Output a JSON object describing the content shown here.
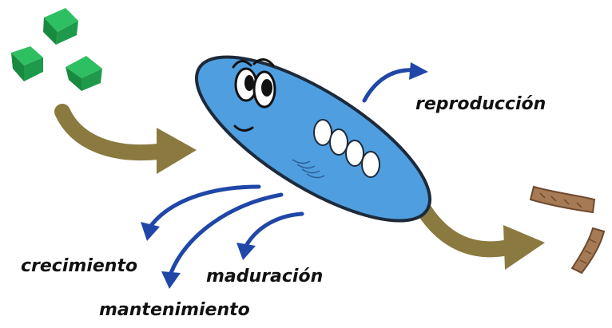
{
  "labels": {
    "reproduccion": "reproducción",
    "crecimiento": "crecimiento",
    "maduracion": "maduración",
    "mantenimiento": "mantenimiento"
  },
  "colors": {
    "cell_body": "#4f9fe0",
    "cell_outline": "#1c2a3a",
    "substrate_cube": "#1e9a4a",
    "intake_arrow": "#8a7a40",
    "output_arrow": "#8a7a40",
    "process_arrow": "#2047a8",
    "product_particle": "#a57a55",
    "granule": "#ffffff"
  },
  "icons": {
    "substrate": "green-cube-icon",
    "cell": "bacterium-cartoon-icon",
    "product": "brown-rod-particle-icon"
  }
}
